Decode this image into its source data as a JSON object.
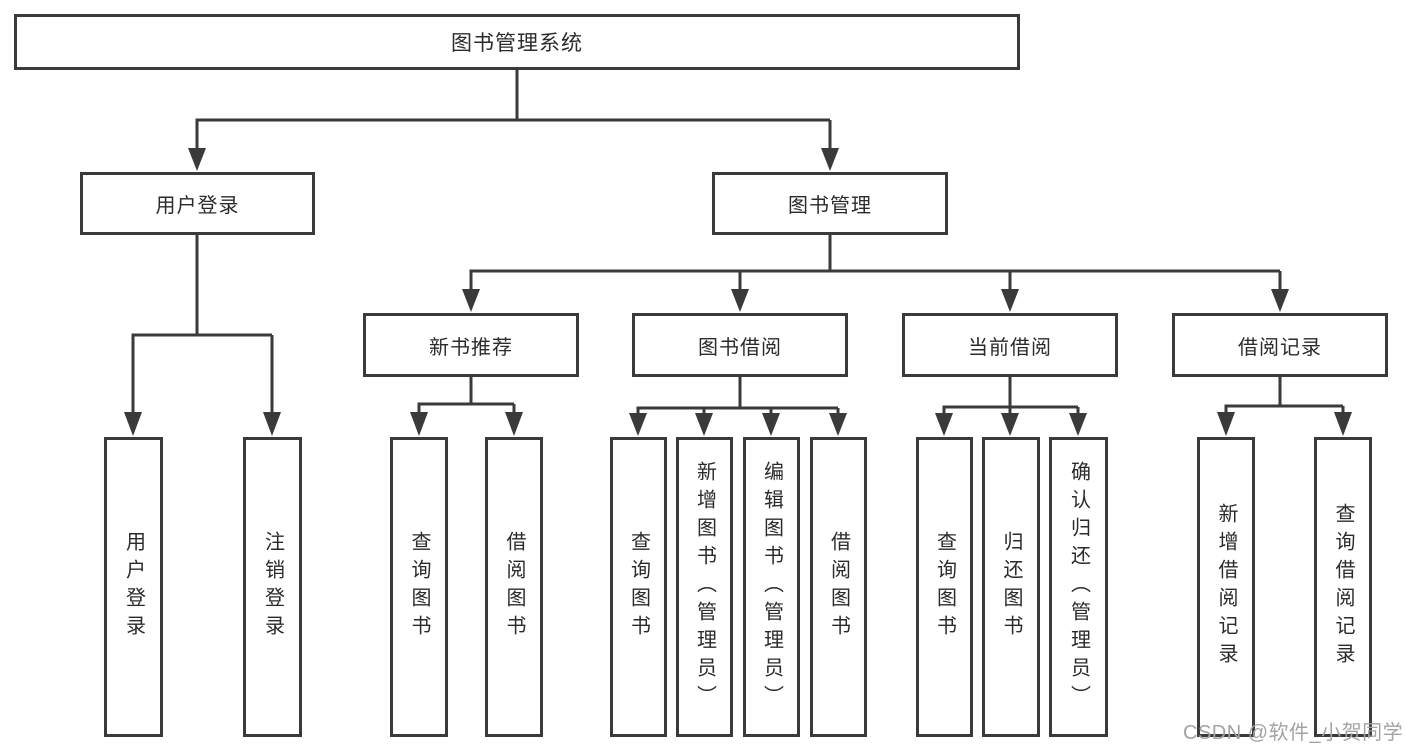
{
  "diagram": {
    "root": "图书管理系统",
    "branches": {
      "user_login": {
        "label": "用户登录",
        "children": [
          "用户登录",
          "注销登录"
        ]
      },
      "book_management": {
        "label": "图书管理",
        "children": {
          "new_book_recommend": {
            "label": "新书推荐",
            "children": [
              "查询图书",
              "借阅图书"
            ]
          },
          "book_borrow": {
            "label": "图书借阅",
            "children": [
              "查询图书",
              "新增图书（管理员）",
              "编辑图书（管理员）",
              "借阅图书"
            ]
          },
          "current_borrow": {
            "label": "当前借阅",
            "children": [
              "查询图书",
              "归还图书",
              "确认归还（管理员）"
            ]
          },
          "borrow_records": {
            "label": "借阅记录",
            "children": [
              "新增借阅记录",
              "查询借阅记录"
            ]
          }
        }
      }
    },
    "line_color": "#3a3a3a",
    "box_background": "#ffffff",
    "text_color": "#2b2b2b"
  },
  "watermark": {
    "text": "CSDN @软件_小贺同学"
  }
}
